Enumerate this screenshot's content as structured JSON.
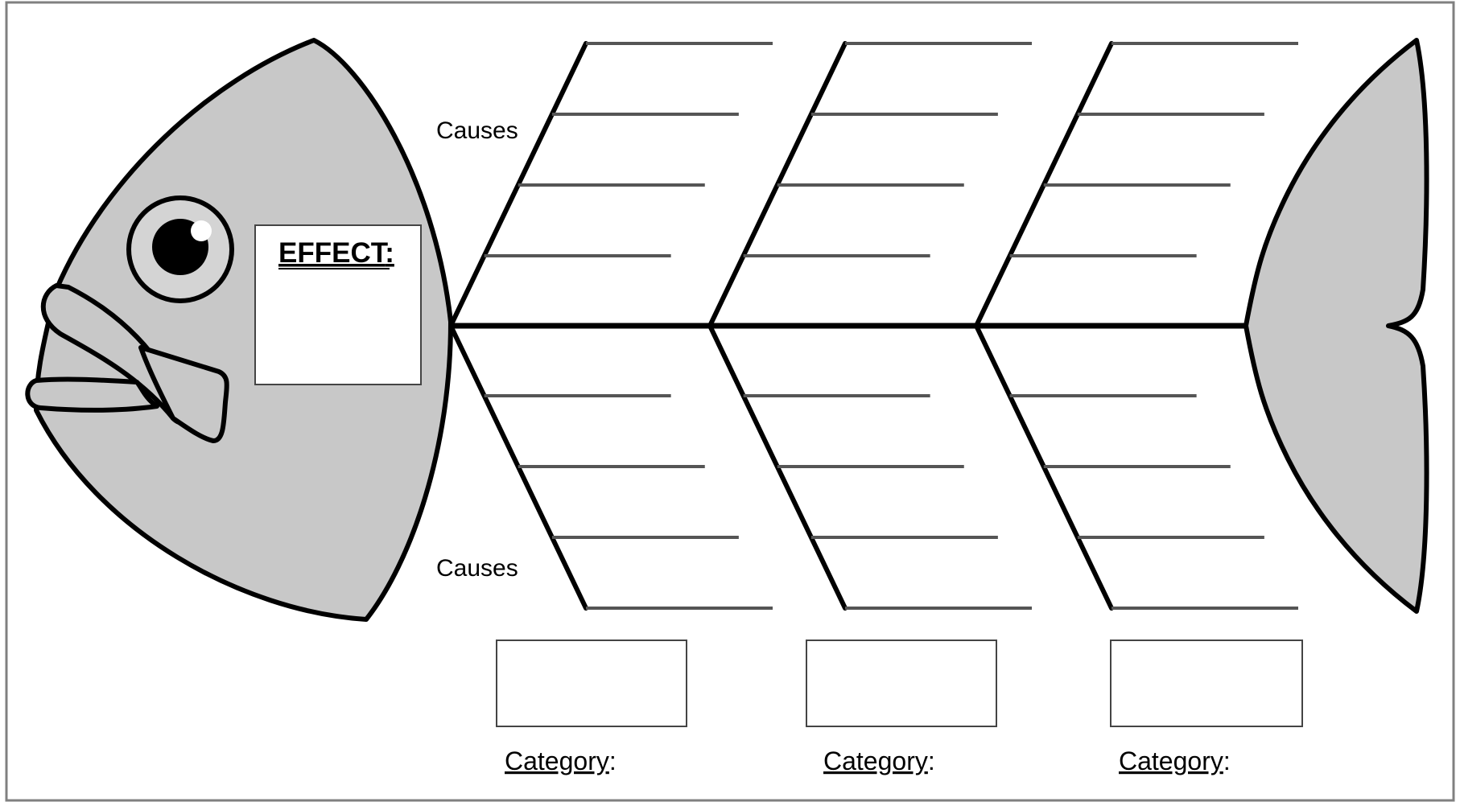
{
  "effect": {
    "label": "EFFECT",
    "suffix": ":"
  },
  "causes_labels": {
    "top": "Causes",
    "bottom": "Causes"
  },
  "categories": [
    {
      "label": "Category",
      "suffix": ":"
    },
    {
      "label": "Category",
      "suffix": ":"
    },
    {
      "label": "Category",
      "suffix": ":"
    }
  ],
  "colors": {
    "fish_fill": "#c8c8c8",
    "outline": "#000000",
    "cause_line": "#555555",
    "frame": "#808080"
  }
}
